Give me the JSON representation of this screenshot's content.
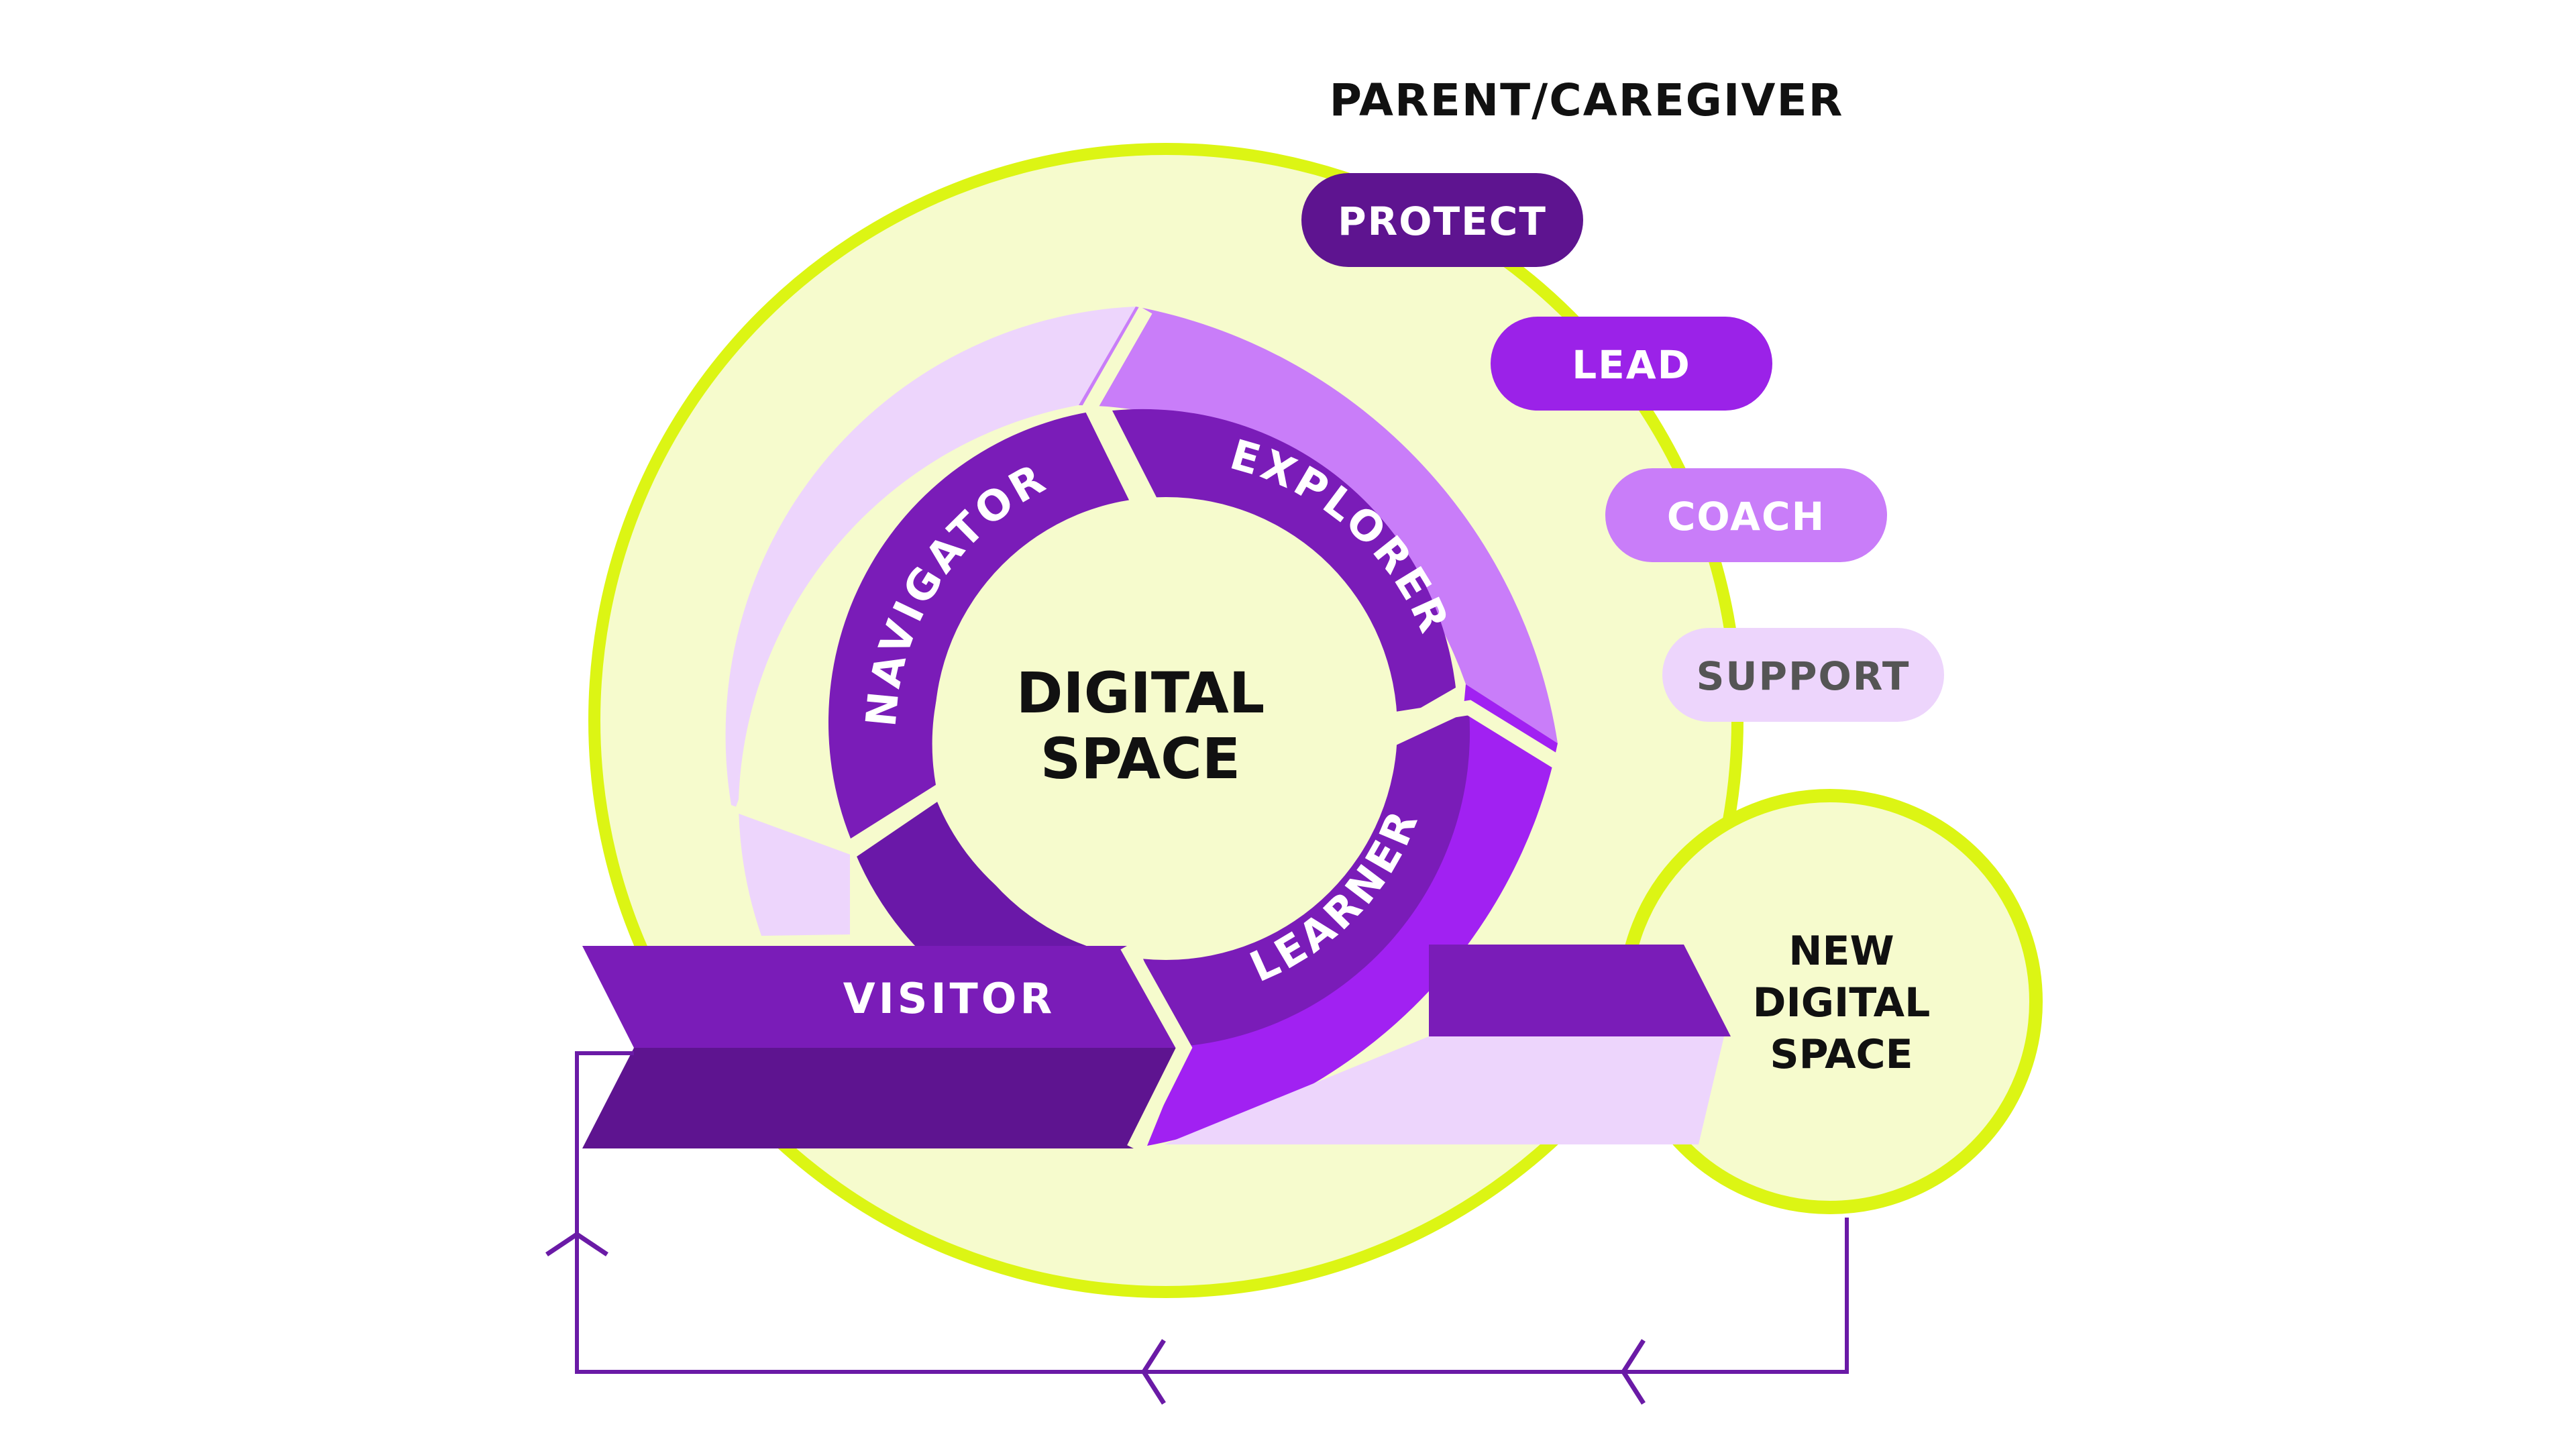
{
  "title": "PARENT/CAREGIVER",
  "roles": [
    {
      "label": "PROTECT",
      "fill": "#5e1490",
      "text_color": "#ffffff"
    },
    {
      "label": "LEAD",
      "fill": "#9b22e8",
      "text_color": "#ffffff"
    },
    {
      "label": "COACH",
      "fill": "#c97df9",
      "text_color": "#ffffff"
    },
    {
      "label": "SUPPORT",
      "fill": "#edd5fc",
      "text_color": "#555555"
    }
  ],
  "stages": {
    "navigator": "NAVIGATOR",
    "explorer": "EXPLORER",
    "learner": "LEARNER",
    "visitor": "VISITOR"
  },
  "center": {
    "line1": "DIGITAL",
    "line2": "SPACE"
  },
  "new_space": {
    "line1": "NEW",
    "line2": "DIGITAL",
    "line3": "SPACE"
  },
  "colors": {
    "lime_ring": "#dcf514",
    "pale_fill": "#f6fbcd",
    "deep_purple": "#5e1490",
    "purple": "#7a1cb8",
    "violet": "#a121f2",
    "lilac": "#c97df9",
    "pale_lilac": "#edd5fc",
    "line": "#6a1aa6"
  }
}
